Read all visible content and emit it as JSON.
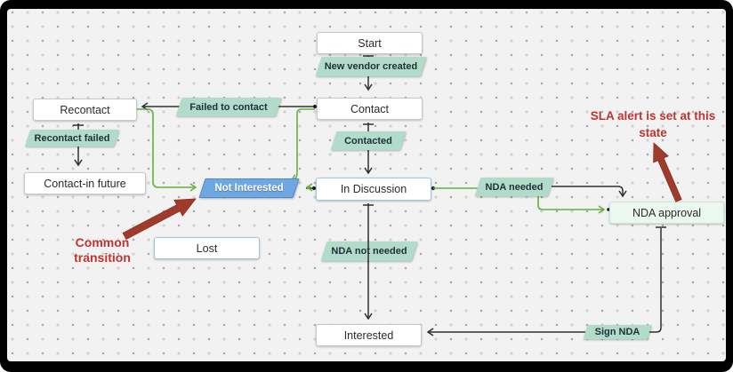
{
  "diagram": {
    "states": [
      {
        "id": "start",
        "label": "Start"
      },
      {
        "id": "contact",
        "label": "Contact"
      },
      {
        "id": "recontact",
        "label": "Recontact"
      },
      {
        "id": "contact-in-future",
        "label": "Contact-in future"
      },
      {
        "id": "in-discussion",
        "label": "In Discussion"
      },
      {
        "id": "lost",
        "label": "Lost"
      },
      {
        "id": "interested",
        "label": "Interested"
      },
      {
        "id": "nda-approval",
        "label": "NDA approval"
      }
    ],
    "transitions": [
      {
        "id": "new-vendor-created",
        "label": "New vendor created"
      },
      {
        "id": "contacted",
        "label": "Contacted"
      },
      {
        "id": "failed-to-contact",
        "label": "Failed to contact"
      },
      {
        "id": "recontact-failed",
        "label": "Recontact failed"
      },
      {
        "id": "not-interested",
        "label": "Not Interested"
      },
      {
        "id": "nda-needed",
        "label": "NDA needed"
      },
      {
        "id": "nda-not-needed",
        "label": "NDA not needed"
      },
      {
        "id": "sign-nda",
        "label": "Sign NDA"
      }
    ],
    "annotations": [
      {
        "id": "common-transition",
        "line1": "Common",
        "line2": "transition"
      },
      {
        "id": "sla-alert",
        "line1": "SLA alert is set at this",
        "line2": "state"
      }
    ],
    "colors": {
      "canvas_bg": "#f2f2f3",
      "frame": "#000000",
      "transition_label_bg": "#b2dcca",
      "highlight_line_green": "#62b23c",
      "not_interested_blue": "#6fa7e2",
      "active_state_border": "#9cc3e8",
      "nda_approval_bg": "#eaf8f0",
      "annotation_red": "#c0342e",
      "annotation_arrow_red": "#a03a2b",
      "connector_black": "#2f2f2f"
    }
  }
}
